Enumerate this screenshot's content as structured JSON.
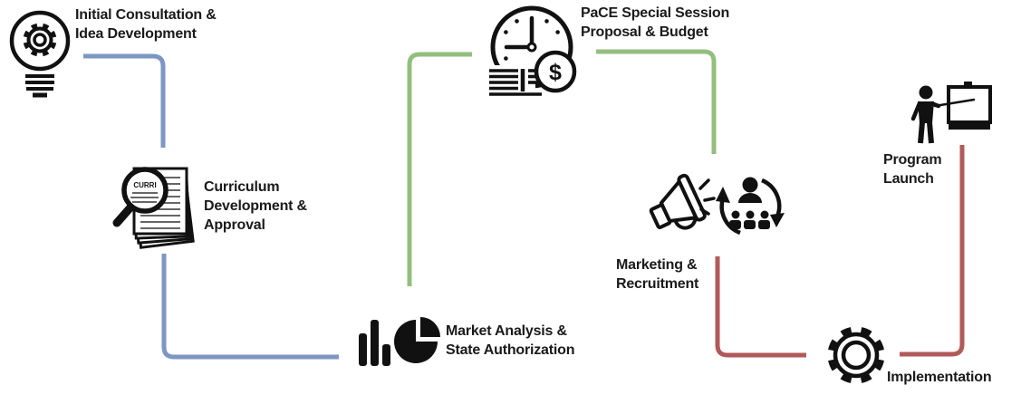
{
  "diagram": {
    "background": "#ffffff",
    "colors": {
      "stage1_blue": "#7E96C4",
      "stage2_green": "#94BE7E",
      "stage3_red": "#B15A5A",
      "icon_black": "#111111",
      "text": "#1a1a1a"
    },
    "steps": [
      {
        "id": "initial-consultation",
        "icons": [
          "lightbulb-gear-icon"
        ],
        "label_lines": [
          "Initial Consultation &",
          "Idea Development"
        ]
      },
      {
        "id": "curriculum-development",
        "icons": [
          "magnifier-documents-icon"
        ],
        "lens_text": "CURRI",
        "label_lines": [
          "Curriculum",
          "Development &",
          "Approval"
        ]
      },
      {
        "id": "market-analysis",
        "icons": [
          "bar-chart-icon",
          "pie-chart-icon"
        ],
        "label_lines": [
          "Market Analysis &",
          "State Authorization"
        ]
      },
      {
        "id": "pace-proposal",
        "icons": [
          "clock-budget-icon"
        ],
        "currency_symbol": "$",
        "label_lines": [
          "PaCE Special Session",
          "Proposal & Budget"
        ]
      },
      {
        "id": "marketing-recruitment",
        "icons": [
          "megaphone-icon",
          "recruitment-cycle-icon"
        ],
        "label_lines": [
          "Marketing &",
          "Recruitment"
        ]
      },
      {
        "id": "implementation",
        "icons": [
          "gear-icon"
        ],
        "label_lines": [
          "Implementation"
        ]
      },
      {
        "id": "program-launch",
        "icons": [
          "presenter-screen-icon"
        ],
        "label_lines": [
          "Program",
          "Launch"
        ]
      }
    ],
    "connectors": [
      {
        "from": "initial-consultation",
        "to": "curriculum-development",
        "color": "#7E96C4"
      },
      {
        "from": "curriculum-development",
        "to": "market-analysis",
        "color": "#7E96C4"
      },
      {
        "from": "market-analysis",
        "to": "pace-proposal",
        "color": "#94BE7E"
      },
      {
        "from": "pace-proposal",
        "to": "marketing-recruitment",
        "color": "#94BE7E"
      },
      {
        "from": "marketing-recruitment",
        "to": "implementation",
        "color": "#B15A5A"
      },
      {
        "from": "implementation",
        "to": "program-launch",
        "color": "#B15A5A"
      }
    ]
  }
}
